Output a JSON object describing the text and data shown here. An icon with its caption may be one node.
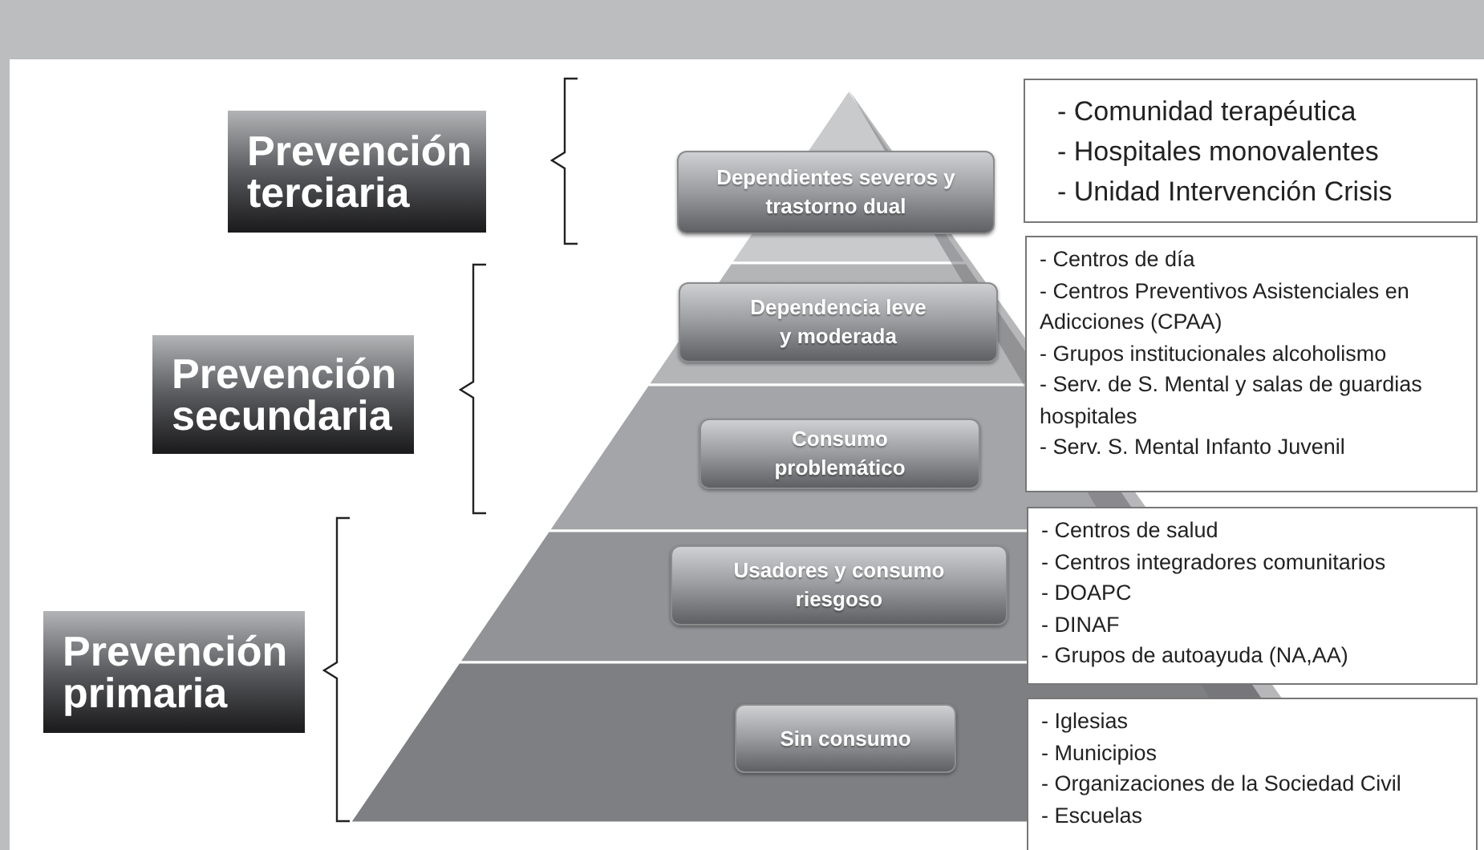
{
  "diagram": {
    "nodes": [
      {
        "text": [
          "Prevención terciaria"
        ]
      },
      {
        "text": [
          "Prevención secundaria"
        ]
      },
      {
        "text": [
          "Prevención primaria"
        ]
      },
      {
        "text": [
          "Dependientes severos y trastorno dual"
        ]
      },
      {
        "text": [
          "Dependencia leve y moderada"
        ]
      },
      {
        "text": [
          "Consumo problemático"
        ]
      },
      {
        "text": [
          "Usadores y consumo riesgoso"
        ]
      },
      {
        "text": [
          "Sin consumo"
        ]
      },
      {
        "text": [
          "- Comunidad terapéutica",
          "- Hospitales monovalentes",
          "- Unidad Intervención Crisis"
        ]
      },
      {
        "text": [
          "- Centros de día",
          "- Centros Preventivos Asistenciales en Adicciones (CPAA)",
          "- Grupos institucionales alcoholismo",
          "- Serv. de S. Mental y salas de guardias hospitales",
          "- Serv. S. Mental Infanto Juvenil"
        ]
      },
      {
        "text": [
          "- Centros de salud",
          "- Centros integradores comunitarios",
          "- DOAPC",
          "- DINAF",
          "- Grupos de autoayuda (NA,AA)"
        ]
      },
      {
        "text": [
          "- Iglesias",
          "- Municipios",
          "- Organizaciones de la Sociedad Civil",
          "- Escuelas"
        ]
      }
    ]
  }
}
